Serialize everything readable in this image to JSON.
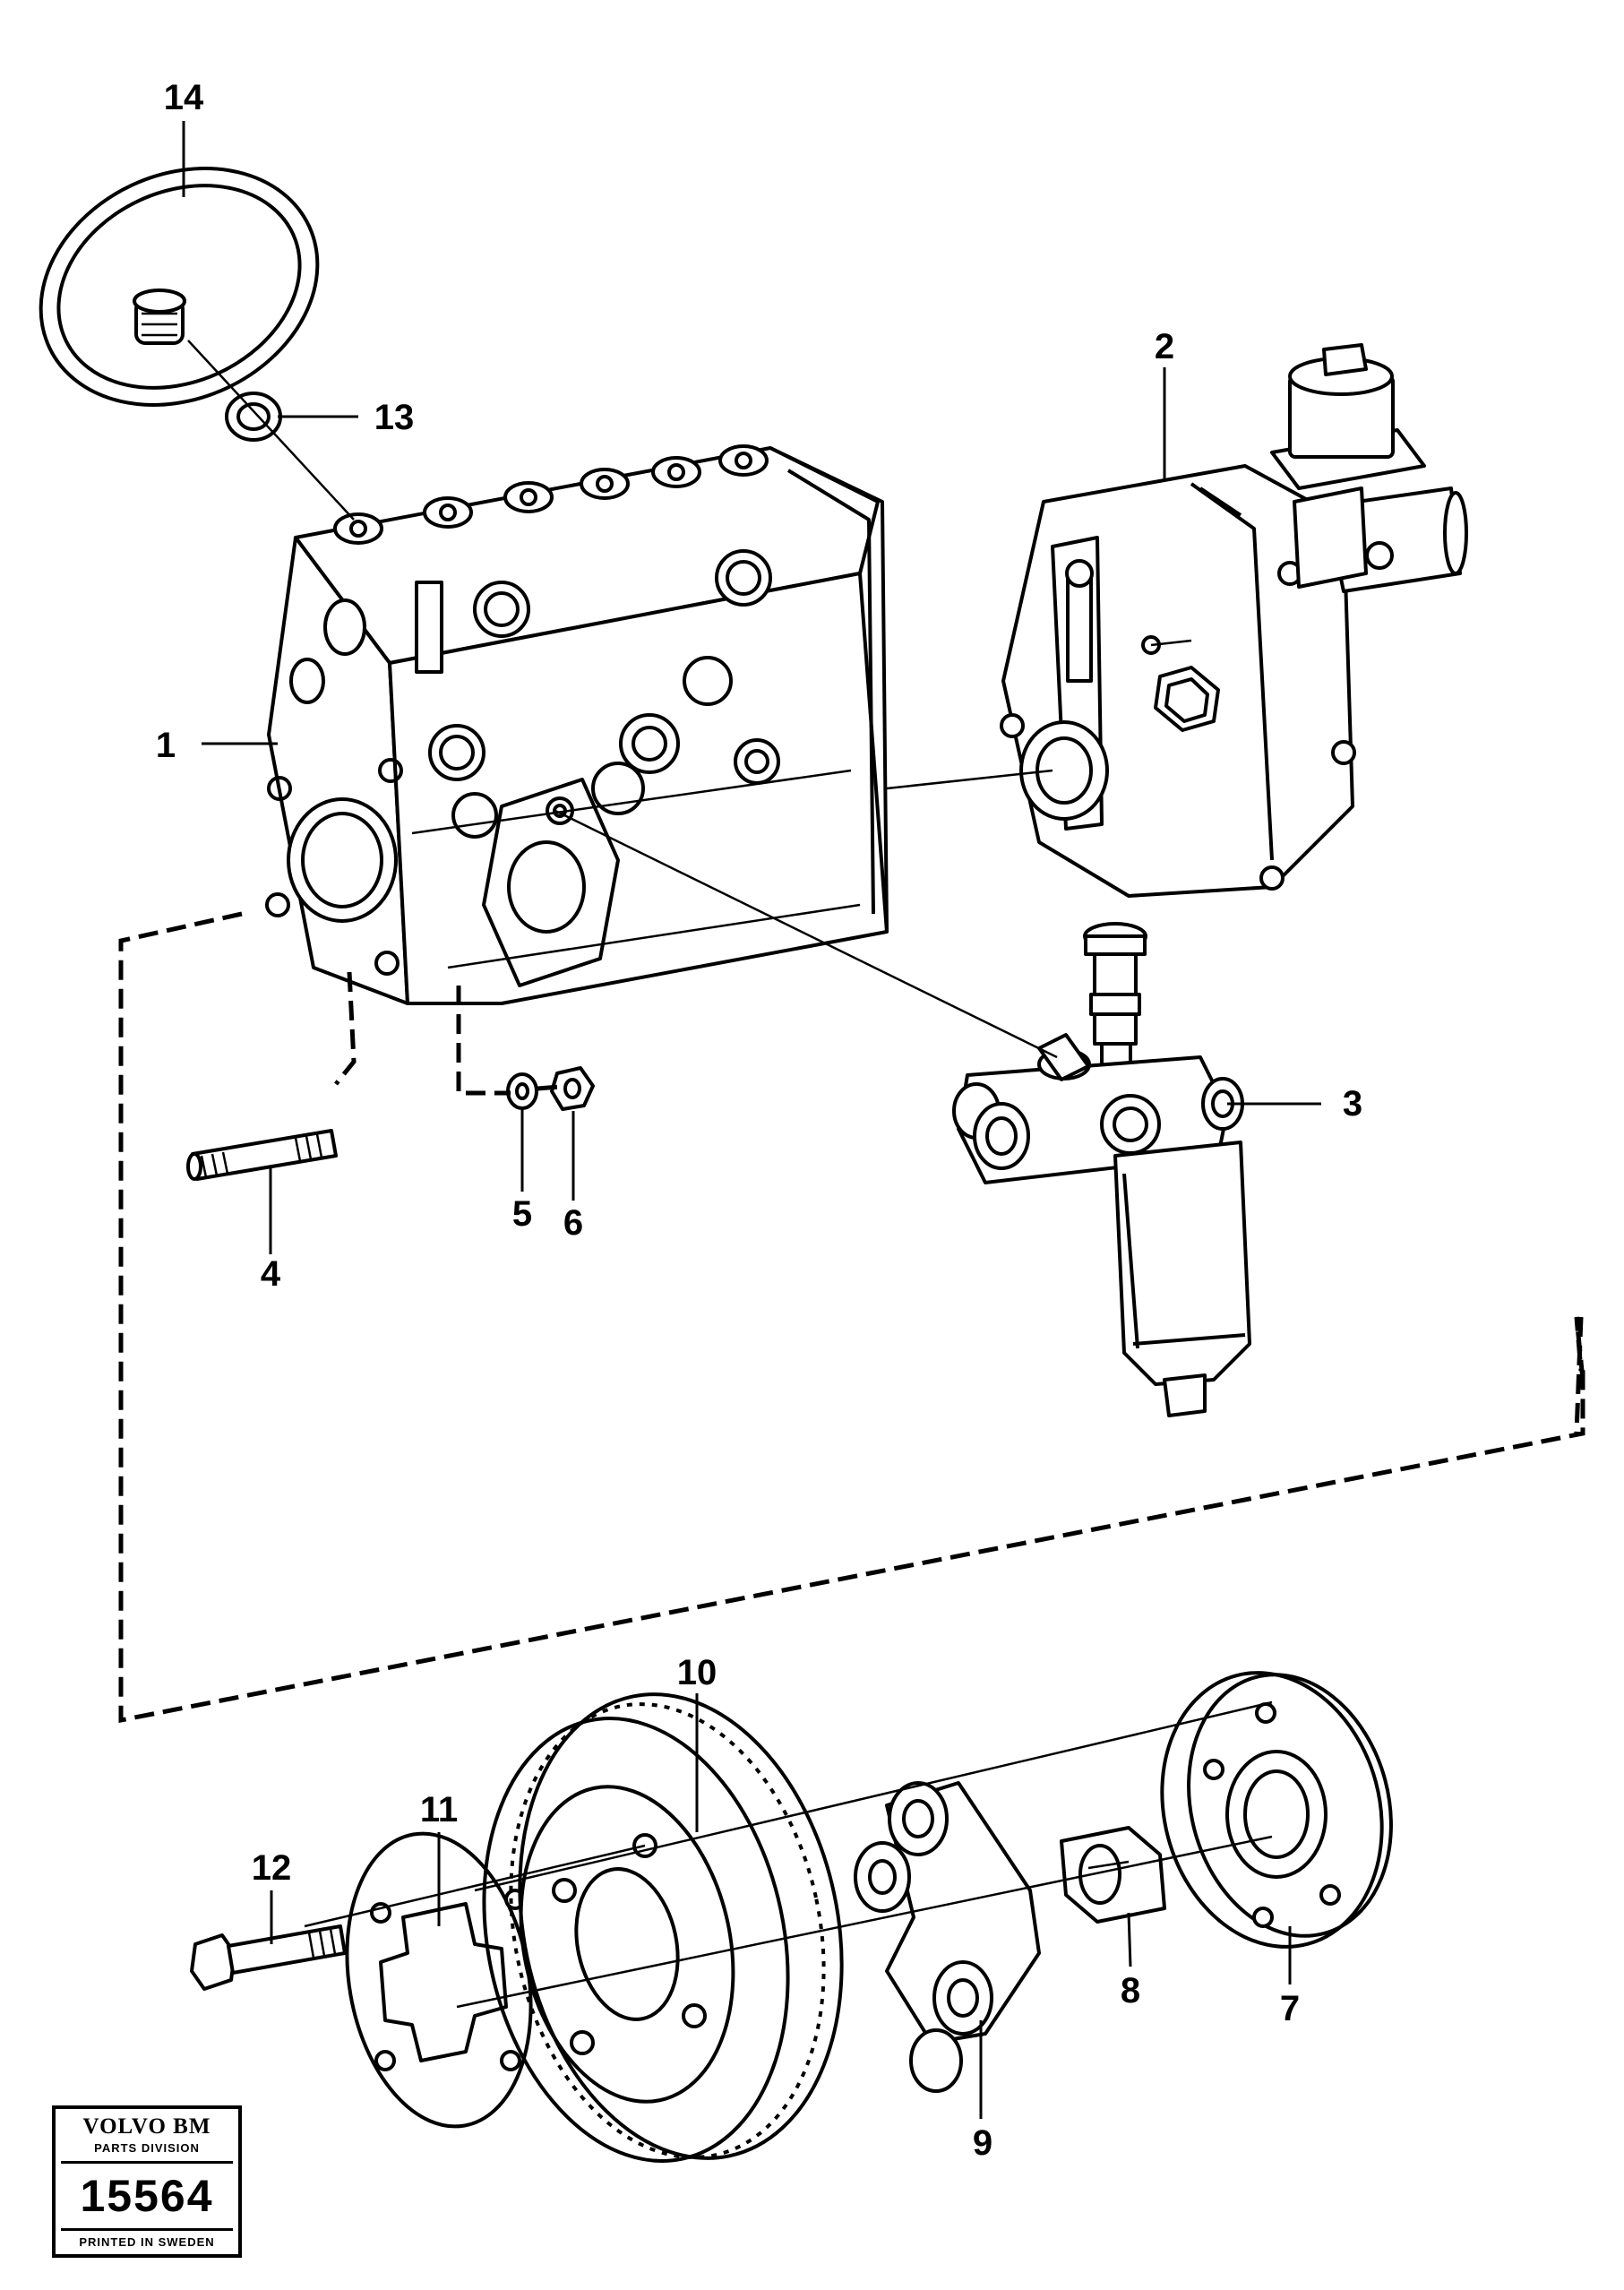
{
  "callouts": [
    "1",
    "2",
    "3",
    "4",
    "5",
    "6",
    "7",
    "8",
    "9",
    "10",
    "11",
    "12",
    "13",
    "14"
  ],
  "stamp": {
    "brand": "VOLVO BM",
    "division": "PARTS DIVISION",
    "number": "15564",
    "printed": "PRINTED IN SWEDEN"
  }
}
